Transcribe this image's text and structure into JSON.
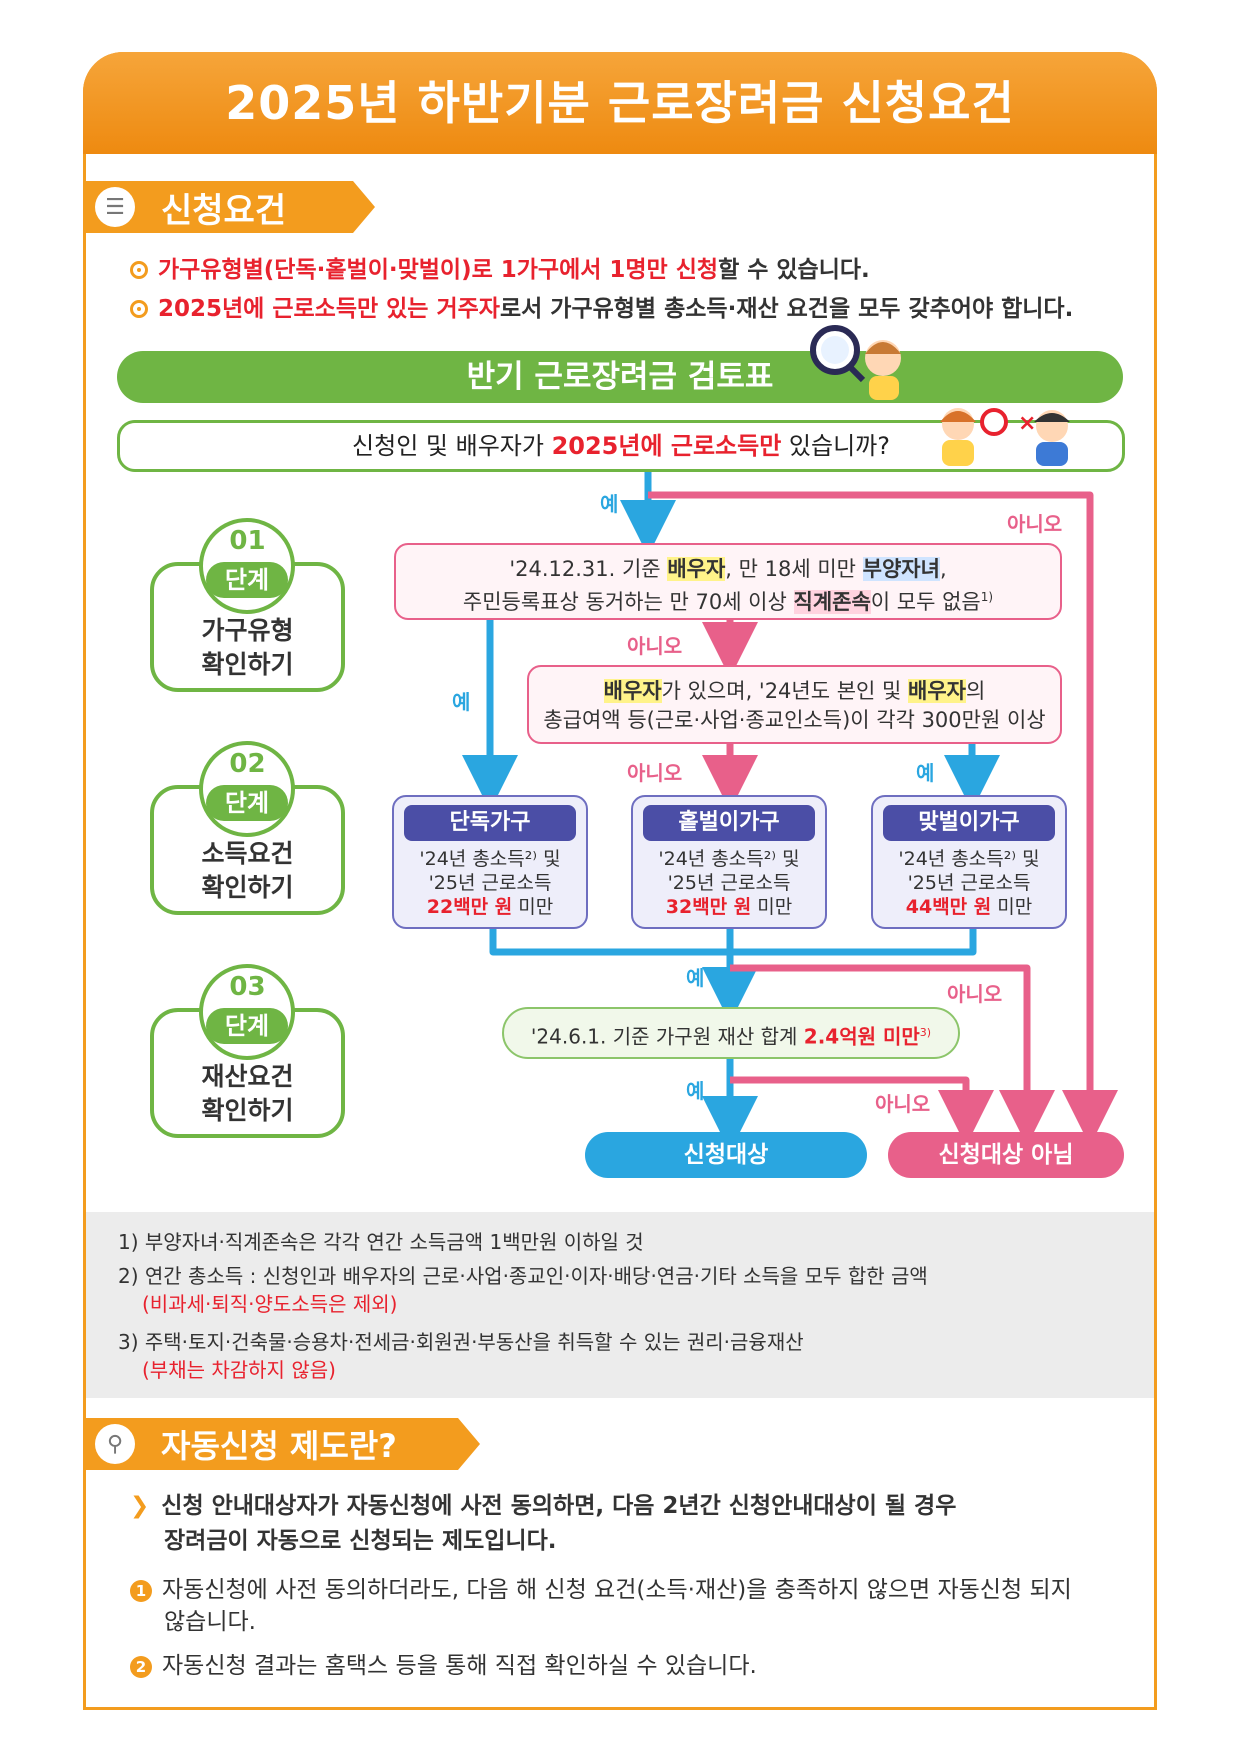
{
  "header": {
    "title": "2025년 하반기분 근로장려금 신청요건"
  },
  "section1": {
    "title": "신청요건",
    "icon": "document-icon",
    "bullet1": {
      "part1": "가구유형별(단독·홑벌이·맞벌이)로 1가구에서 1명만 신청",
      "part2": "할 수 있습니다."
    },
    "bullet2": {
      "part1": "2025년에 근로소득만 있는 거주자",
      "part2": "로서 가구유형별 총소득·재산 요건을 모두 갖추어야 합니다."
    }
  },
  "checklist": {
    "title": "반기 근로장려금 검토표",
    "question": {
      "part1": "신청인 및 배우자가 ",
      "part2": "2025년에 근로소득만",
      "part3": " 있습니까?"
    }
  },
  "steps": [
    {
      "num": "01",
      "label": "단계",
      "line1": "가구유형",
      "line2": "확인하기"
    },
    {
      "num": "02",
      "label": "단계",
      "line1": "소득요건",
      "line2": "확인하기"
    },
    {
      "num": "03",
      "label": "단계",
      "line1": "재산요건",
      "line2": "확인하기"
    }
  ],
  "flow": {
    "yes": "예",
    "no": "아니오",
    "box1": {
      "a": "'24.12.31. 기준 ",
      "b": "배우자",
      "c": ", 만 18세 미만 ",
      "d": "부양자녀",
      "e": ",",
      "f": "주민등록표상 동거하는 만 70세 이상 ",
      "g": "직계존속",
      "h": "이 모두 없음",
      "sup": "1)"
    },
    "box2": {
      "a": "배우자",
      "b": "가 있으며, '24년도 본인 및 ",
      "c": "배우자",
      "d": "의",
      "e": "총급여액 등(근로·사업·종교인소득)이 각각 300만원 이상"
    },
    "households": [
      {
        "name": "단독가구",
        "l1": "'24년 총소득²⁾ 및",
        "l2": "'25년 근로소득",
        "amount": "22백만 원",
        "suffix": " 미만"
      },
      {
        "name": "홑벌이가구",
        "l1": "'24년 총소득²⁾ 및",
        "l2": "'25년 근로소득",
        "amount": "32백만 원",
        "suffix": " 미만"
      },
      {
        "name": "맞벌이가구",
        "l1": "'24년 총소득²⁾ 및",
        "l2": "'25년 근로소득",
        "amount": "44백만 원",
        "suffix": " 미만"
      }
    ],
    "asset": {
      "a": "'24.6.1. 기준 가구원 재산 합계 ",
      "b": "2.4억원 미만",
      "sup": "3)"
    },
    "eligible": "신청대상",
    "not_eligible": "신청대상 아님"
  },
  "notes": [
    {
      "text": "1) 부양자녀·직계존속은 각각 연간 소득금액 1백만원 이하일 것"
    },
    {
      "text": "2) 연간 총소득 : 신청인과 배우자의 근로·사업·종교인·이자·배당·연금·기타 소득을 모두 합한 금액",
      "sub": "(비과세·퇴직·양도소득은 제외)"
    },
    {
      "text": "3) 주택·토지·건축물·승용차·전세금·회원권·부동산을 취득할 수 있는 권리·금융재산",
      "sub": "(부채는 차감하지 않음)"
    }
  ],
  "section2": {
    "title": "자동신청 제도란?",
    "icon": "magnifier-icon",
    "main1": "신청 안내대상자가 자동신청에 사전 동의하면, 다음 2년간 신청안내대상이 될 경우",
    "main2": "장려금이 자동으로 신청되는 제도입니다.",
    "item1a": "자동신청에 사전 동의하더라도, 다음 해 신청 요건(소득·재산)을 충족하지 않으면 자동신청 되지",
    "item1b": "않습니다.",
    "item2": "자동신청 결과는 홈택스 등을 통해 직접 확인하실 수 있습니다.",
    "marker1": "1",
    "marker2": "2"
  },
  "colors": {
    "orange": "#f39c1e",
    "green": "#6fb544",
    "blue": "#2aa6e0",
    "pink": "#e8608a",
    "navy": "#4b4ea6",
    "red": "#e8222e"
  }
}
